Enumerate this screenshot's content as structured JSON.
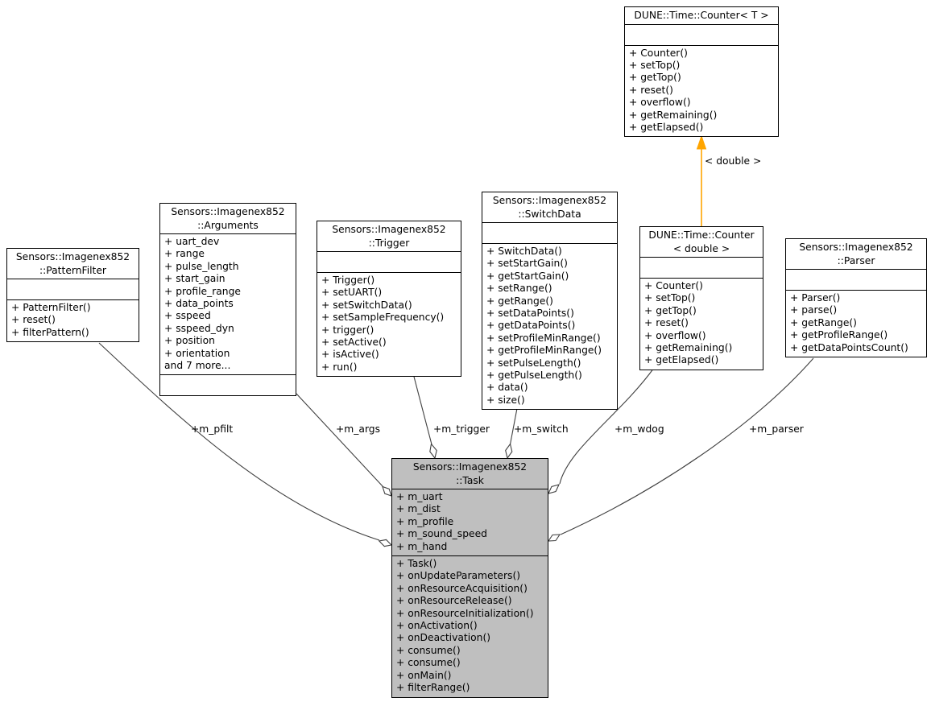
{
  "diagram": {
    "background_color": "#ffffff",
    "edge_color": "#404040",
    "template_arrow_color": "#ffa500",
    "task_node_fill": "#bfbfbf",
    "classes": [
      {
        "id": "counter_t",
        "title": [
          "DUNE::Time::Counter< T >"
        ],
        "attributes": [],
        "methods": [
          "+ Counter()",
          "+ setTop()",
          "+ getTop()",
          "+ reset()",
          "+ overflow()",
          "+ getRemaining()",
          "+ getElapsed()"
        ],
        "fill": "#ffffff"
      },
      {
        "id": "pattern_filter",
        "title": [
          "Sensors::Imagenex852",
          "::PatternFilter"
        ],
        "attributes": [],
        "methods": [
          "+ PatternFilter()",
          "+ reset()",
          "+ filterPattern()"
        ],
        "fill": "#ffffff"
      },
      {
        "id": "arguments",
        "title": [
          "Sensors::Imagenex852",
          "::Arguments"
        ],
        "attributes": [
          "+ uart_dev",
          "+ range",
          "+ pulse_length",
          "+ start_gain",
          "+ profile_range",
          "+ data_points",
          "+ sspeed",
          "+ sspeed_dyn",
          "+ position",
          "+ orientation",
          "and 7 more..."
        ],
        "methods": [],
        "fill": "#ffffff"
      },
      {
        "id": "trigger",
        "title": [
          "Sensors::Imagenex852",
          "::Trigger"
        ],
        "attributes": [],
        "methods": [
          "+ Trigger()",
          "+ setUART()",
          "+ setSwitchData()",
          "+ setSampleFrequency()",
          "+ trigger()",
          "+ setActive()",
          "+ isActive()",
          "+ run()"
        ],
        "fill": "#ffffff"
      },
      {
        "id": "switch_data",
        "title": [
          "Sensors::Imagenex852",
          "::SwitchData"
        ],
        "attributes": [],
        "methods": [
          "+ SwitchData()",
          "+ setStartGain()",
          "+ getStartGain()",
          "+ setRange()",
          "+ getRange()",
          "+ setDataPoints()",
          "+ getDataPoints()",
          "+ setProfileMinRange()",
          "+ getProfileMinRange()",
          "+ setPulseLength()",
          "+ getPulseLength()",
          "+ data()",
          "+ size()"
        ],
        "fill": "#ffffff"
      },
      {
        "id": "counter_double",
        "title": [
          "DUNE::Time::Counter",
          "< double >"
        ],
        "attributes": [],
        "methods": [
          "+ Counter()",
          "+ setTop()",
          "+ getTop()",
          "+ reset()",
          "+ overflow()",
          "+ getRemaining()",
          "+ getElapsed()"
        ],
        "fill": "#ffffff"
      },
      {
        "id": "parser",
        "title": [
          "Sensors::Imagenex852",
          "::Parser"
        ],
        "attributes": [],
        "methods": [
          "+ Parser()",
          "+ parse()",
          "+ getRange()",
          "+ getProfileRange()",
          "+ getDataPointsCount()"
        ],
        "fill": "#ffffff"
      },
      {
        "id": "task",
        "title": [
          "Sensors::Imagenex852",
          "::Task"
        ],
        "attributes": [
          "+ m_uart",
          "+ m_dist",
          "+ m_profile",
          "+ m_sound_speed",
          "+ m_hand"
        ],
        "methods": [
          "+ Task()",
          "+ onUpdateParameters()",
          "+ onResourceAcquisition()",
          "+ onResourceRelease()",
          "+ onResourceInitialization()",
          "+ onActivation()",
          "+ onDeactivation()",
          "+ consume()",
          "+ consume()",
          "+ onMain()",
          "+ filterRange()"
        ],
        "fill": "#bfbfbf"
      }
    ],
    "edge_labels": [
      {
        "id": "m_pfilt",
        "text": "+m_pfilt"
      },
      {
        "id": "m_args",
        "text": "+m_args"
      },
      {
        "id": "m_trigger",
        "text": "+m_trigger"
      },
      {
        "id": "m_switch",
        "text": "+m_switch"
      },
      {
        "id": "m_wdog",
        "text": "+m_wdog"
      },
      {
        "id": "m_parser",
        "text": "+m_parser"
      }
    ],
    "template_label": "< double >"
  }
}
